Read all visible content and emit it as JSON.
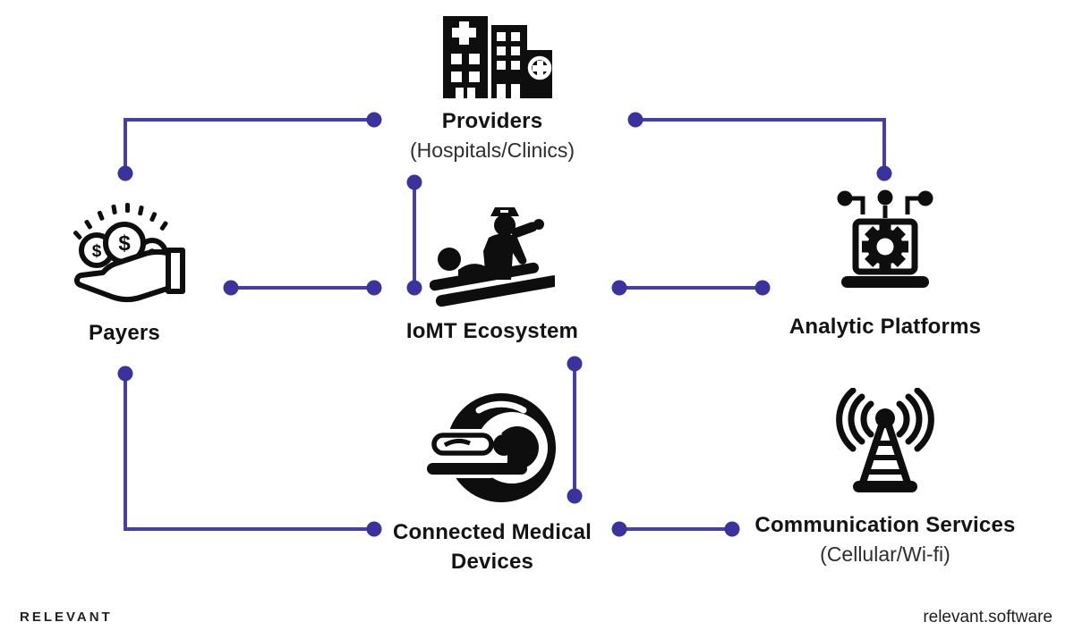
{
  "diagram": {
    "accent_color": "#473FA9",
    "dot_color": "#3A339E",
    "nodes": {
      "providers": {
        "title": "Providers",
        "subtitle": "(Hospitals/Clinics)",
        "icon": "hospital-buildings-icon"
      },
      "payers": {
        "title": "Payers",
        "icon": "hand-coins-icon"
      },
      "iomt": {
        "title": "IoMT Ecosystem",
        "icon": "caregiver-patient-icon"
      },
      "analytic": {
        "title": "Analytic Platforms",
        "icon": "laptop-gear-icon"
      },
      "devices": {
        "title": "Connected Medical Devices",
        "icon": "mri-scanner-icon"
      },
      "communication": {
        "title": "Communication Services",
        "subtitle": "(Cellular/Wi-fi)",
        "icon": "radio-tower-icon"
      }
    },
    "connections": [
      {
        "from": "providers",
        "to": "payers"
      },
      {
        "from": "providers",
        "to": "analytic"
      },
      {
        "from": "providers",
        "to": "iomt"
      },
      {
        "from": "payers",
        "to": "iomt"
      },
      {
        "from": "iomt",
        "to": "analytic"
      },
      {
        "from": "payers",
        "to": "devices"
      },
      {
        "from": "iomt",
        "to": "devices"
      },
      {
        "from": "devices",
        "to": "communication"
      }
    ]
  },
  "footer": {
    "brand": "RELEVANT",
    "website": "relevant.software"
  }
}
